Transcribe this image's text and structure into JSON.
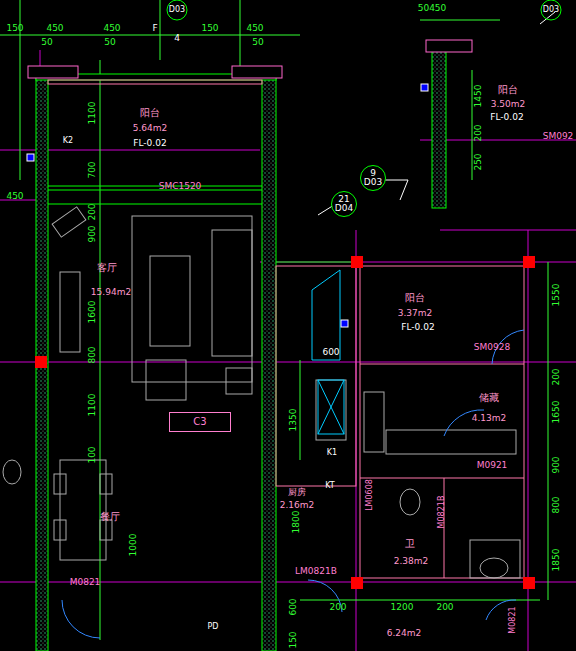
{
  "diagram": {
    "nodes": [
      {
        "text": [
          "C3"
        ]
      },
      {
        "text": [
          "9",
          "D03"
        ]
      },
      {
        "text": [
          "21",
          "D04"
        ]
      }
    ],
    "labels": [
      "150",
      "450",
      "50",
      "450",
      "50",
      "150",
      "450",
      "50",
      "F",
      "4",
      "D03",
      "50450",
      "D03",
      "K2",
      "450",
      "阳台",
      "5.64m2",
      "FL-0.02",
      "SMC1520",
      "1100",
      "700",
      "200",
      "900",
      "1600",
      "800",
      "1100",
      "100",
      "1000",
      "客厅",
      "15.94m2",
      "餐厅",
      "M0821",
      "阳台",
      "3.37m2",
      "FL-0.02",
      "SM0928",
      "1550",
      "200",
      "1650",
      "900",
      "800",
      "1850",
      "600",
      "1350",
      "K1",
      "储藏",
      "4.13m2",
      "M0921",
      "LM0608",
      "M0821B",
      "厨房",
      "2.16m2",
      "KT",
      "1800",
      "LM0821B",
      "卫",
      "2.38m2",
      "200",
      "1200",
      "200",
      "6.24m2",
      "600",
      "150",
      "M0821",
      "阳台",
      "3.50m2",
      "FL-0.02",
      "SM092",
      "1450",
      "200",
      "250",
      "PD"
    ]
  }
}
